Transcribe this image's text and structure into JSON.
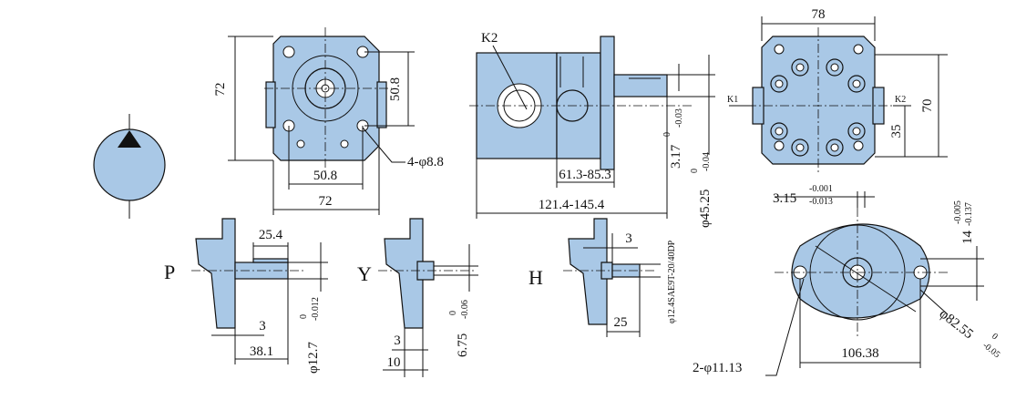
{
  "labels": {
    "P": "P",
    "Y": "Y",
    "H": "H",
    "K1": "K1",
    "K2_top": "K2",
    "K2_side": "K2"
  },
  "dimensions": {
    "front_height_72": "72",
    "front_height_50_8": "50.8",
    "front_width_50_8": "50.8",
    "front_width_72": "72",
    "holes_4": "4-φ8.8",
    "side_length_1": "61.3-85.3",
    "side_length_2": "121.4-145.4",
    "key_3_17": "3.17",
    "key_3_17_tol_top": "0",
    "key_3_17_tol_bot": "-0.03",
    "shaft_45_25": "φ45.25",
    "shaft_45_25_tol_top": "0",
    "shaft_45_25_tol_bot": "-0.04",
    "spline": "φ12.4SAE9T-20/40DP",
    "rear_width_78": "78",
    "rear_height_70": "70",
    "rear_height_35": "35",
    "p_25_4": "25.4",
    "p_3": "3",
    "p_38_1": "38.1",
    "p_12_7": "φ12.7",
    "p_12_7_tol_top": "0",
    "p_12_7_tol_bot": "-0.012",
    "y_3": "3",
    "y_10": "10",
    "y_6_75": "6.75",
    "y_6_75_tol_top": "0",
    "y_6_75_tol_bot": "-0.06",
    "h_3": "3",
    "h_25": "25",
    "f_3_15": "3.15",
    "f_3_15_tol_top": "-0.001",
    "f_3_15_tol_bot": "-0.013",
    "f_14": "14",
    "f_14_tol_top": "-0.005",
    "f_14_tol_bot": "-0.137",
    "f_82_55": "φ82.55",
    "f_82_55_tol_top": "0",
    "f_82_55_tol_bot": "-0.05",
    "f_106_38": "106.38",
    "f_holes": "2-φ11.13"
  },
  "colors": {
    "part_fill": "#a9c8e6",
    "line": "#111111"
  }
}
